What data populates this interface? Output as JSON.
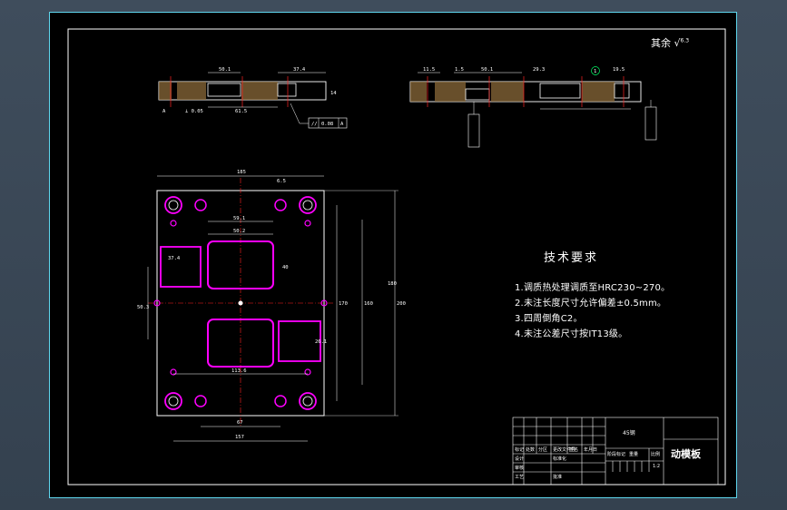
{
  "drawing": {
    "surface_roughness": "其余",
    "roughness_value": "6.3",
    "tech_title": "技术要求",
    "tech_notes": [
      "1.调质热处理调质至HRC230~270。",
      "2.未注长度尺寸允许偏差±0.5mm。",
      "3.四周倒角C2。",
      "4.未注公差尺寸按IT13级。"
    ],
    "part_name": "动模板",
    "material": "45钢",
    "scale": "1:2",
    "colors": {
      "background": "#000000",
      "line": "#ffffff",
      "hole": "#ff00ff",
      "center_line": "#ff2222",
      "dimension": "#ffffff",
      "hatch": "#c8a070",
      "frame": "#5fd7ee"
    }
  },
  "dimensions": {
    "plan_width": "185",
    "plan_height": "200",
    "top_gap": "6.5",
    "upper_pocket_width": "50.2",
    "pocket_pitch": "59.1",
    "left_slot_width": "37.4",
    "left_slot_height": "40",
    "left_slot_depth": "50.3",
    "right_slot_height": "26.1",
    "hole_pitch_x": "113.6",
    "hole_pitch_small_x": "67",
    "hole_pitch_big_x": "157",
    "hole_pitch_y": "170",
    "hole_pitch_y_small": "160",
    "overall_right": "180",
    "section1_a": "50.1",
    "section1_b": "37.4",
    "section1_c": "61.5",
    "section1_d": "14",
    "section2_a": "11.5",
    "section2_b": "1.5",
    "section2_c": "50.1",
    "section2_d": "29.3",
    "section2_e": "19.5",
    "tolerance_frame": "0.08",
    "tolerance_datum": "A",
    "balloon": "1"
  },
  "title_block": {
    "rows": [
      "标记",
      "处数",
      "分区",
      "更改文件号",
      "签名",
      "年月日"
    ],
    "labels": [
      "设计",
      "标准化",
      "审核",
      "工艺",
      "批准"
    ],
    "stage": "阶段标记",
    "weight": "重量",
    "scale_label": "比例"
  }
}
